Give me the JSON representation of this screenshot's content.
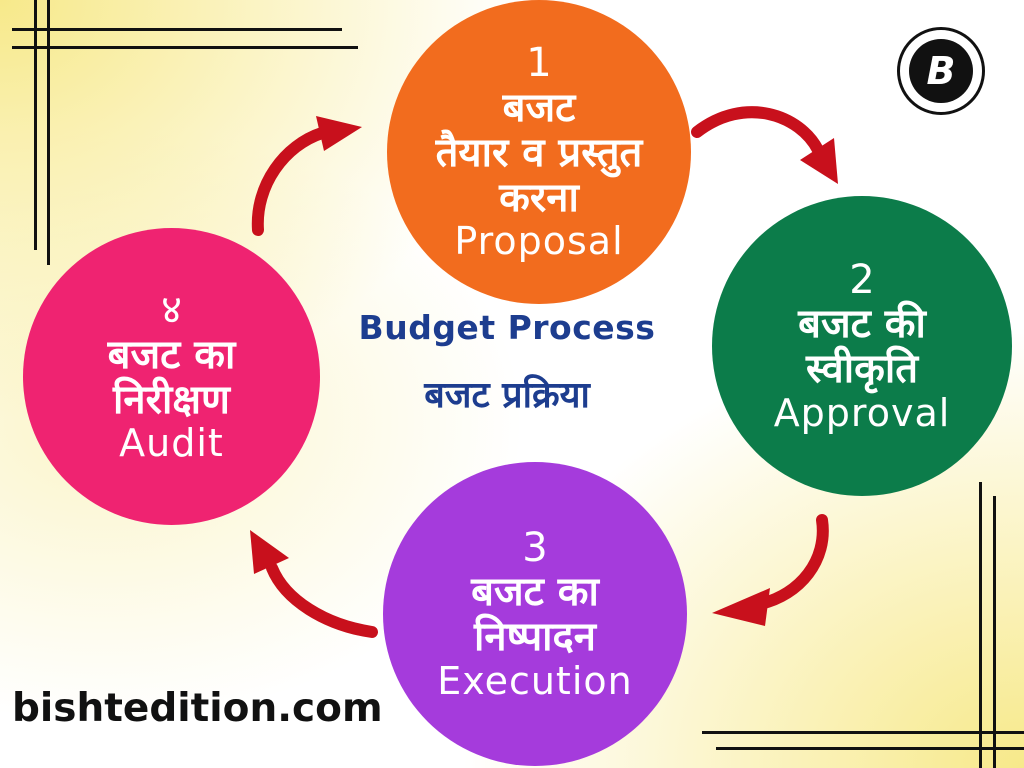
{
  "steps": [
    {
      "number": "1",
      "hindi_lines": [
        "बजट",
        "तैयार व प्रस्तुत",
        "करना"
      ],
      "english": "Proposal",
      "color": "#f26c1e"
    },
    {
      "number": "2",
      "hindi_lines": [
        "बजट की",
        "स्वीकृति"
      ],
      "english": "Approval",
      "color": "#0c7c4a"
    },
    {
      "number": "3",
      "hindi_lines": [
        "बजट का",
        "निष्पादन"
      ],
      "english": "Execution",
      "color": "#a53bdc"
    },
    {
      "number": "४",
      "hindi_lines": [
        "बजट का",
        "निरीक्षण"
      ],
      "english": "Audit",
      "color": "#ef2371"
    }
  ],
  "center": {
    "title_en": "Budget Process",
    "title_hi": "बजट प्रक्रिया",
    "color": "#1d3d8f"
  },
  "footer": {
    "site": "bishtedition.com"
  },
  "logo": {
    "letter": "B"
  },
  "colors": {
    "arrow": "#c8101c",
    "background_accent": "#f7e98a"
  }
}
